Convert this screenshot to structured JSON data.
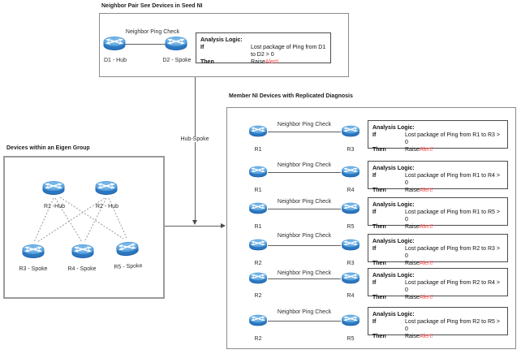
{
  "colors": {
    "alert": "#ff4646",
    "router_blue": "#2b77c0",
    "line_gray": "#5f5f5f",
    "border_gray": "#8c8c8c"
  },
  "seed_panel": {
    "title": "Neighbor Pair See Devices in Seed NI",
    "ping_label": "Neighbor Ping Check",
    "left_device": "D1 - Hub",
    "right_device": "D2 - Spoke",
    "analysis": {
      "heading": "Analysis Logic:",
      "if_label": "If",
      "if_text": "Lost package of Ping from D1 to D2 > 0",
      "then_label": "Then",
      "then_text": "Raise ",
      "alert_text": "Alert!"
    }
  },
  "connector": {
    "label": "Hub-Spoke"
  },
  "eigen_panel": {
    "title": "Devices within an Eigen Group",
    "hubs": [
      {
        "label": "R1 -Hub"
      },
      {
        "label": "R2 - Hub"
      }
    ],
    "spokes": [
      {
        "label": "R3 - Spoke"
      },
      {
        "label": "R4 - Spoke"
      },
      {
        "label": "R5 - Spoke"
      }
    ]
  },
  "member_panel": {
    "title": "Member NI Devices with Replicated Diagnosis",
    "rows": [
      {
        "ping_label": "Neighbor Ping Check",
        "left": "R1",
        "right": "R3",
        "analysis": {
          "heading": "Analysis Logic:",
          "if_label": "If",
          "if_text": "Lost package of Ping from R1 to R3 > 0",
          "then_label": "Then",
          "then_text": "Raise ",
          "alert_text": "Alert!"
        }
      },
      {
        "ping_label": "Neighbor Ping Check",
        "left": "R1",
        "right": "R4",
        "analysis": {
          "heading": "Analysis Logic:",
          "if_label": "If",
          "if_text": "Lost package of Ping from R1 to R4 > 0",
          "then_label": "Then",
          "then_text": "Raise ",
          "alert_text": "Alert!"
        }
      },
      {
        "ping_label": "Neighbor Ping Check",
        "left": "R1",
        "right": "R5",
        "analysis": {
          "heading": "Analysis Logic:",
          "if_label": "If",
          "if_text": "Lost package of Ping from R1 to R5 > 0",
          "then_label": "Then",
          "then_text": "Raise ",
          "alert_text": "Alert!"
        }
      },
      {
        "ping_label": "Neighbor Ping Check",
        "left": "R2",
        "right": "R3",
        "analysis": {
          "heading": "Analysis Logic:",
          "if_label": "If",
          "if_text": "Lost package of Ping from R2 to R3 > 0",
          "then_label": "Then",
          "then_text": "Raise ",
          "alert_text": "Alert!"
        }
      },
      {
        "ping_label": "Neighbor Ping Check",
        "left": "R2",
        "right": "R4",
        "analysis": {
          "heading": "Analysis Logic:",
          "if_label": "If",
          "if_text": "Lost package of Ping from R2 to R4 > 0",
          "then_label": "Then",
          "then_text": "Raise ",
          "alert_text": "Alert!"
        }
      },
      {
        "ping_label": "Neighbor Ping Check",
        "left": "R2",
        "right": "R5",
        "analysis": {
          "heading": "Analysis Logic:",
          "if_label": "If",
          "if_text": "Lost package of Ping from R2 to R5 > 0",
          "then_label": "Then",
          "then_text": "Raise ",
          "alert_text": "Alert!"
        }
      }
    ]
  }
}
